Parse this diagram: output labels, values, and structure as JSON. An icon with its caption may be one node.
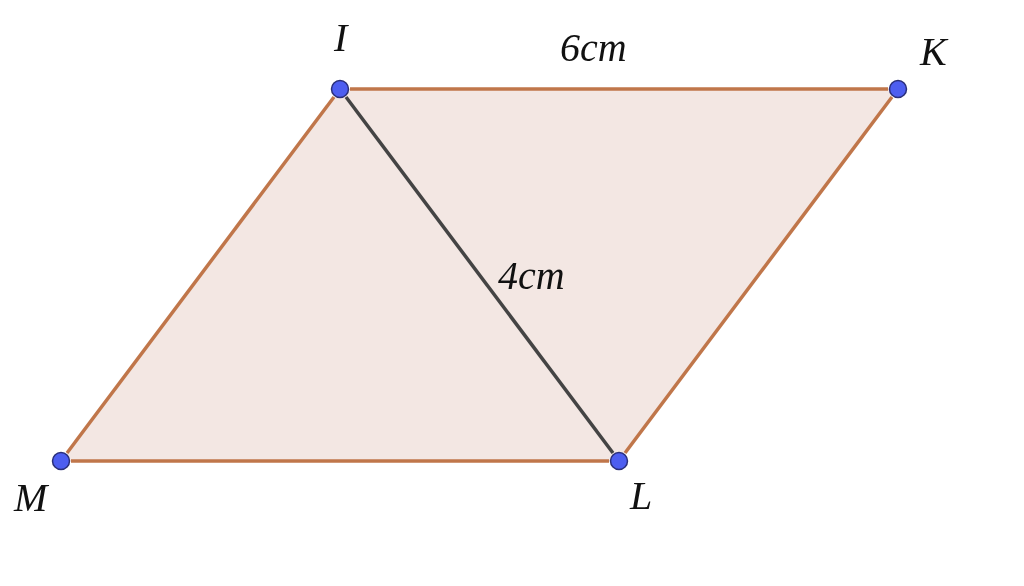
{
  "diagram": {
    "nodes": [
      {
        "text": [],
        "shape": "circle",
        "beside": [
          "I"
        ]
      },
      {
        "text": [],
        "shape": "circle",
        "beside": [
          "K"
        ]
      },
      {
        "text": [],
        "shape": "circle",
        "beside": [
          "M"
        ]
      },
      {
        "text": [],
        "shape": "circle",
        "beside": [
          "L"
        ]
      }
    ],
    "edges": [
      {
        "from": 0,
        "to": 1,
        "arrow": "none",
        "label": "6cm"
      },
      {
        "from": 1,
        "to": 3,
        "arrow": "none"
      },
      {
        "from": 3,
        "to": 2,
        "arrow": "none"
      },
      {
        "from": 2,
        "to": 0,
        "arrow": "none"
      },
      {
        "from": 0,
        "to": 3,
        "arrow": "none",
        "label": "4cm",
        "color": "#444444"
      }
    ]
  }
}
